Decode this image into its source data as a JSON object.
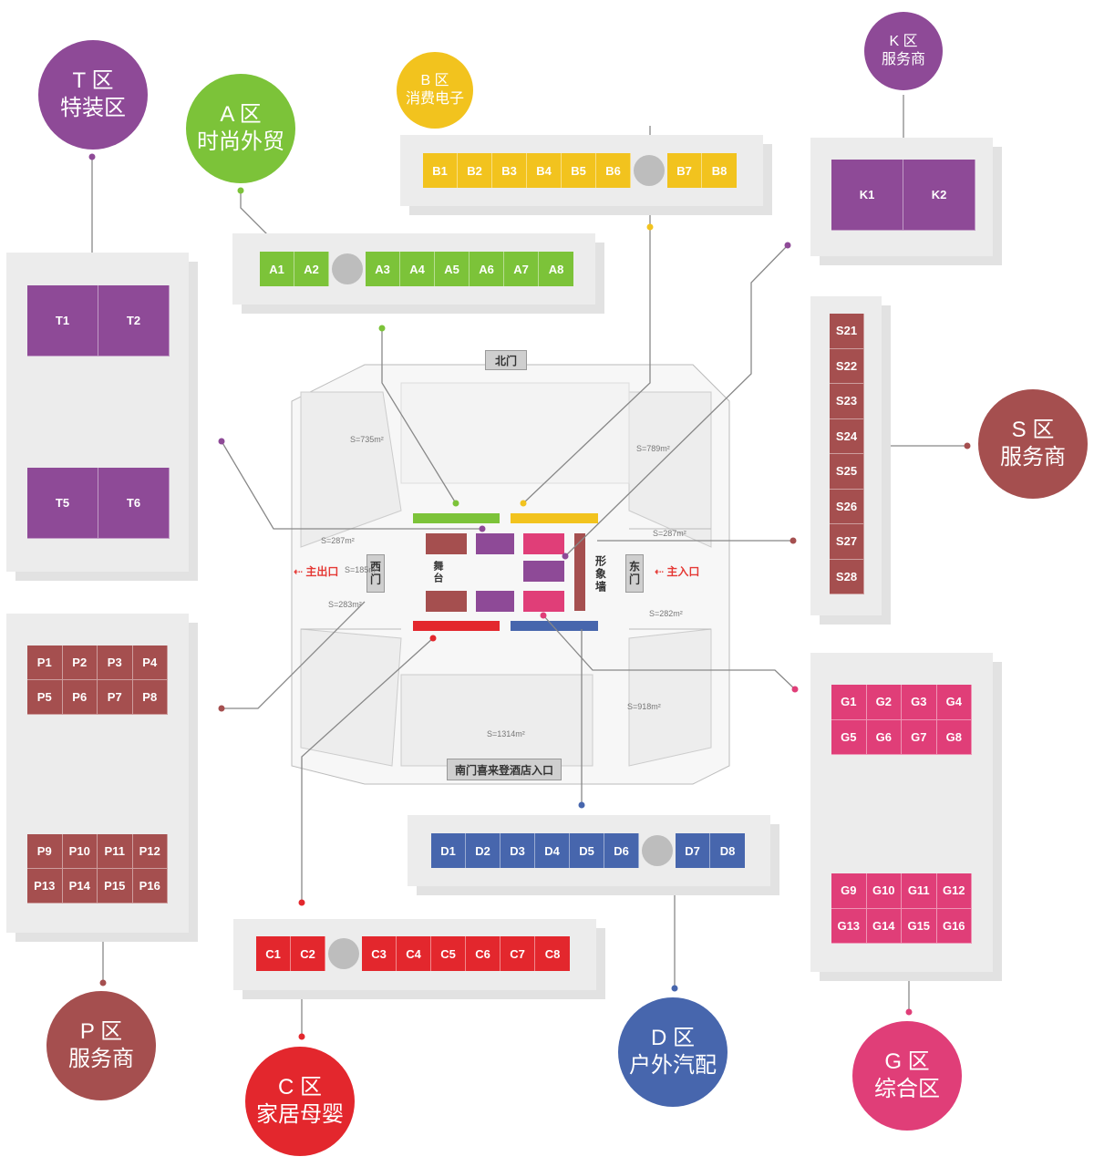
{
  "colors": {
    "purple": "#8e4a97",
    "green": "#7cc339",
    "yellow": "#f2c31e",
    "brown": "#a54f4f",
    "pink": "#e03e78",
    "red": "#e3272d",
    "blue": "#4766ad",
    "panel": "#ececec",
    "pillar": "#bdbdbd"
  },
  "zones": {
    "T": {
      "zone": "T 区",
      "name": "特装区",
      "booths": [
        "T1",
        "T2",
        "T5",
        "T6"
      ]
    },
    "A": {
      "zone": "A 区",
      "name": "时尚外贸",
      "booths": [
        "A1",
        "A2",
        "A3",
        "A4",
        "A5",
        "A6",
        "A7",
        "A8"
      ]
    },
    "B": {
      "zone": "B 区",
      "name": "消费电子",
      "booths": [
        "B1",
        "B2",
        "B3",
        "B4",
        "B5",
        "B6",
        "B7",
        "B8"
      ]
    },
    "K": {
      "zone": "K 区",
      "name": "服务商",
      "booths": [
        "K1",
        "K2"
      ]
    },
    "S": {
      "zone": "S 区",
      "name": "服务商",
      "booths": [
        "S21",
        "S22",
        "S23",
        "S24",
        "S25",
        "S26",
        "S27",
        "S28"
      ]
    },
    "P": {
      "zone": "P 区",
      "name": "服务商",
      "booths": [
        "P1",
        "P2",
        "P3",
        "P4",
        "P5",
        "P6",
        "P7",
        "P8",
        "P9",
        "P10",
        "P11",
        "P12",
        "P13",
        "P14",
        "P15",
        "P16"
      ]
    },
    "G": {
      "zone": "G 区",
      "name": "综合区",
      "booths": [
        "G1",
        "G2",
        "G3",
        "G4",
        "G5",
        "G6",
        "G7",
        "G8",
        "G9",
        "G10",
        "G11",
        "G12",
        "G13",
        "G14",
        "G15",
        "G16"
      ]
    },
    "C": {
      "zone": "C 区",
      "name": "家居母婴",
      "booths": [
        "C1",
        "C2",
        "C3",
        "C4",
        "C5",
        "C6",
        "C7",
        "C8"
      ]
    },
    "D": {
      "zone": "D 区",
      "name": "户外汽配",
      "booths": [
        "D1",
        "D2",
        "D3",
        "D4",
        "D5",
        "D6",
        "D7",
        "D8"
      ]
    }
  },
  "floorplan": {
    "north_gate": "北门",
    "south_gate": "南门喜来登酒店入口",
    "west_gate": "西门",
    "east_gate": "东门",
    "main_exit": "主出口",
    "main_entrance": "主入口",
    "stage": "舞台",
    "image_wall": "形象墙",
    "areas": [
      "S=735m²",
      "S=789m²",
      "S=287m²",
      "S=287m²",
      "S=283m²",
      "S=282m²",
      "S=1314m²",
      "S=918m²",
      "S=185m²"
    ]
  }
}
